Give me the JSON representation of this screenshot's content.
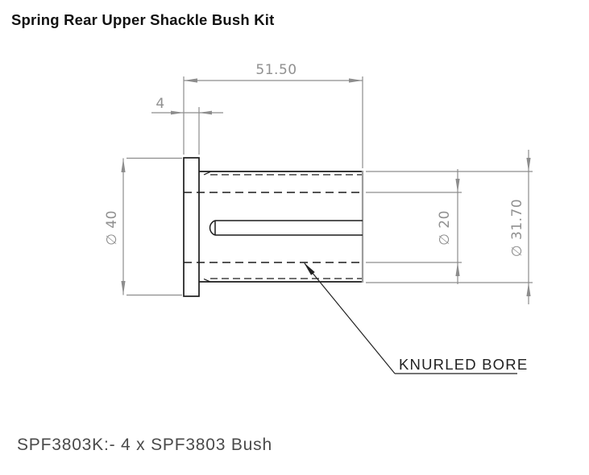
{
  "title": "Spring Rear Upper Shackle Bush Kit",
  "drawing": {
    "dim_overall_length": "51.50",
    "dim_flange_width": "4",
    "dim_flange_od": "∅ 40",
    "dim_bore_id": "∅ 20",
    "dim_body_od": "∅ 31.70",
    "label_knurled_bore": "KNURLED BORE"
  },
  "footer": {
    "note": "SPF3803K:- 4 x SPF3803 Bush"
  },
  "colors": {
    "outline": "#1c1c1c",
    "dimension": "#8d8d8d",
    "leader": "#222222",
    "background": "#ffffff"
  }
}
